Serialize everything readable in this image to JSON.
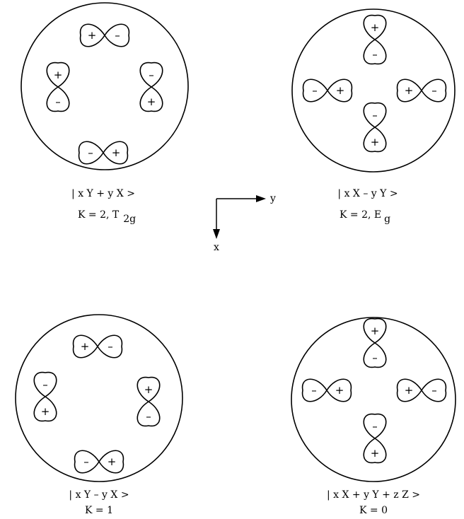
{
  "panels": [
    {
      "state": "| x Y + y X >",
      "label_main": "K = 2, T",
      "label_sub": "2g",
      "pairs": [
        {
          "a": "+",
          "b": "–"
        },
        {
          "a": "+",
          "b": "–"
        },
        {
          "a": "–",
          "b": "+"
        },
        {
          "a": "–",
          "b": "+"
        }
      ]
    },
    {
      "state": "| x X – y Y >",
      "label_main": "K = 2,  E",
      "label_sub": "g",
      "pairs": [
        {
          "a": "+",
          "b": "–"
        },
        {
          "a": "–",
          "b": "+"
        },
        {
          "a": "+",
          "b": "–"
        },
        {
          "a": "–",
          "b": "+"
        }
      ]
    },
    {
      "state": "| x Y – y X >",
      "label_main": "K = 1",
      "label_sub": "",
      "pairs": [
        {
          "a": "+",
          "b": "–"
        },
        {
          "a": "+",
          "b": "–"
        },
        {
          "a": "–",
          "b": "+"
        },
        {
          "a": "–",
          "b": "+"
        }
      ]
    },
    {
      "state": "| x X + y Y + z Z >",
      "label_main": "K = 0",
      "label_sub": "",
      "pairs": [
        {
          "a": "+",
          "b": "–"
        },
        {
          "a": "–",
          "b": "+"
        },
        {
          "a": "+",
          "b": "–"
        },
        {
          "a": "–",
          "b": "+"
        }
      ]
    }
  ],
  "axes": {
    "horizontal": "y",
    "vertical": "x"
  }
}
